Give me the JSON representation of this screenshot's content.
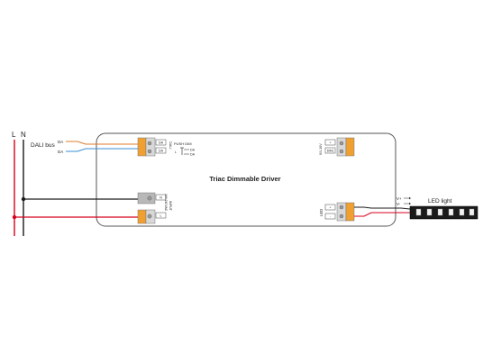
{
  "mains": {
    "L": "L",
    "N": "N"
  },
  "dali": {
    "bus_label": "DALI bus",
    "da1": "DA",
    "da2": "DA"
  },
  "driver": {
    "title": "Triac Dimmable Driver",
    "dali_port": {
      "pin1": "DA",
      "pin2": "DA",
      "label": "DALI"
    },
    "push_dim": {
      "title": "PUSH DIM",
      "pin1": "DA",
      "pin2": "DA",
      "sep": "L"
    },
    "input_port": {
      "pin1": "N",
      "pin2": "L",
      "label": "INPUT",
      "rating": "100-240VAC"
    },
    "output_port": {
      "pin1": "+",
      "pin2": "DIM1",
      "label": "0/1-10V"
    },
    "led_port": {
      "pin1": "+",
      "pin2": "-",
      "label": "LED"
    }
  },
  "led": {
    "label": "LED light",
    "vplus": "V+",
    "vminus": "V-"
  },
  "colors": {
    "line": "#d8001c",
    "neutral": "#1a1a1a",
    "da1": "#e07b2b",
    "da2": "#3a8fd6",
    "terminal": "#f0a030",
    "terminal_gray": "#b8b8b8",
    "box": "#444444"
  }
}
